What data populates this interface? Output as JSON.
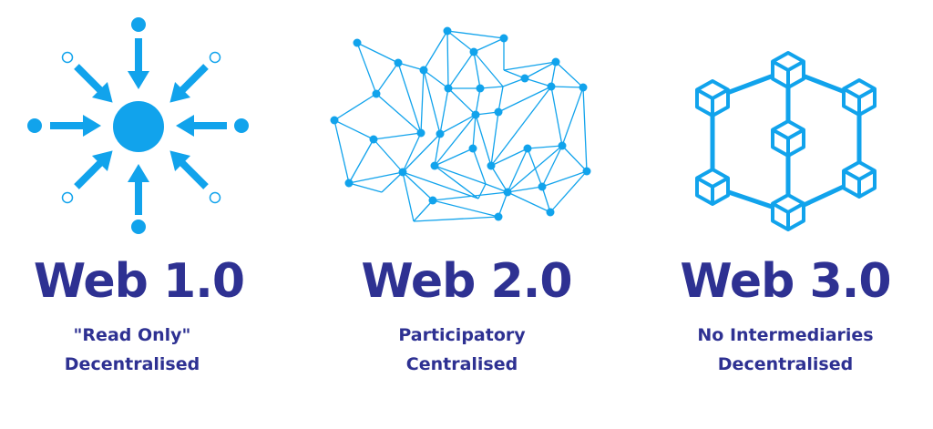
{
  "colors": {
    "icon": "#11a3ec",
    "text": "#2e3192",
    "background": "#ffffff"
  },
  "columns": [
    {
      "title": "Web 1.0",
      "subtitle_line1": "\"Read Only\"",
      "subtitle_line2": "Decentralised",
      "icon": "hub-arrows-icon"
    },
    {
      "title": "Web 2.0",
      "subtitle_line1": "Participatory",
      "subtitle_line2": "Centralised",
      "icon": "mesh-network-icon"
    },
    {
      "title": "Web 3.0",
      "subtitle_line1": "No Intermediaries",
      "subtitle_line2": "Decentralised",
      "icon": "blockchain-cubes-icon"
    }
  ]
}
